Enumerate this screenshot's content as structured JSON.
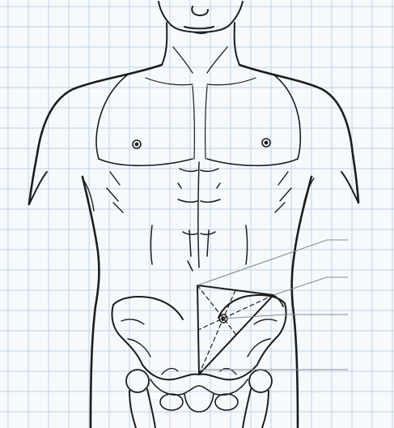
{
  "figure": {
    "subject": "anatomical-line-drawing-male-torso-and-pelvis",
    "overlay": "triangular-landmark-construction",
    "leader_line_count": 4,
    "colors": {
      "paper": "#f7fafc",
      "grid": "#bcd3e6",
      "ink": "#1c1c1c",
      "leader": "#8a8a8a"
    }
  }
}
